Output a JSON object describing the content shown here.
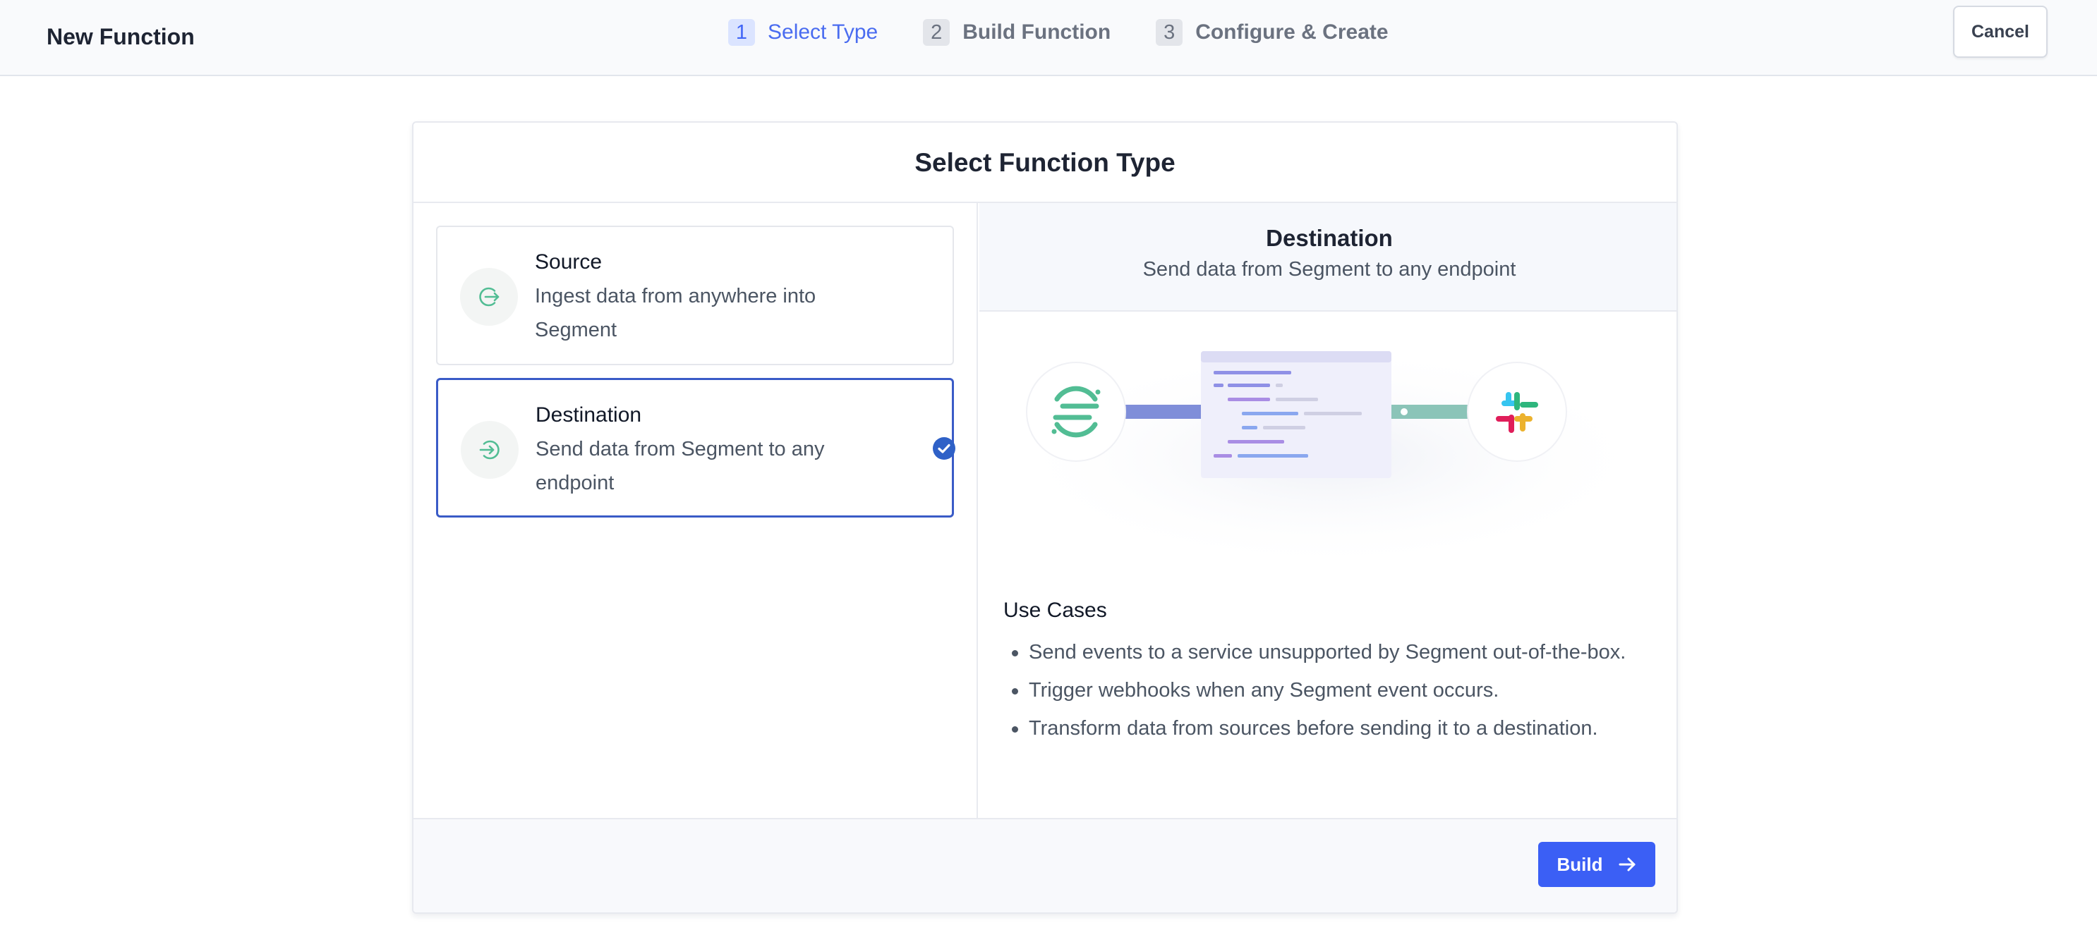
{
  "header": {
    "title": "New Function",
    "steps": [
      {
        "num": "1",
        "label": "Select Type",
        "active": true
      },
      {
        "num": "2",
        "label": "Build Function",
        "active": false
      },
      {
        "num": "3",
        "label": "Configure & Create",
        "active": false
      }
    ],
    "cancel_label": "Cancel"
  },
  "card": {
    "title": "Select Function Type",
    "options": [
      {
        "title": "Source",
        "description": "Ingest data from anywhere into Segment",
        "icon": "arrow-out-circle-icon",
        "selected": false
      },
      {
        "title": "Destination",
        "description": "Send data from Segment to any endpoint",
        "icon": "arrow-in-circle-icon",
        "selected": true
      }
    ],
    "detail": {
      "title": "Destination",
      "subtitle": "Send data from Segment to any endpoint",
      "use_cases_title": "Use Cases",
      "use_cases": [
        "Send events to a service unsupported by Segment out-of-the-box.",
        "Trigger webhooks when any Segment event occurs.",
        "Transform data from sources before sending it to a destination."
      ]
    },
    "build_label": "Build"
  },
  "colors": {
    "accent": "#3b5ff5",
    "selected_border": "#3a5bc7",
    "segment_green": "#52bd94",
    "check_blue": "#2f61c7"
  }
}
